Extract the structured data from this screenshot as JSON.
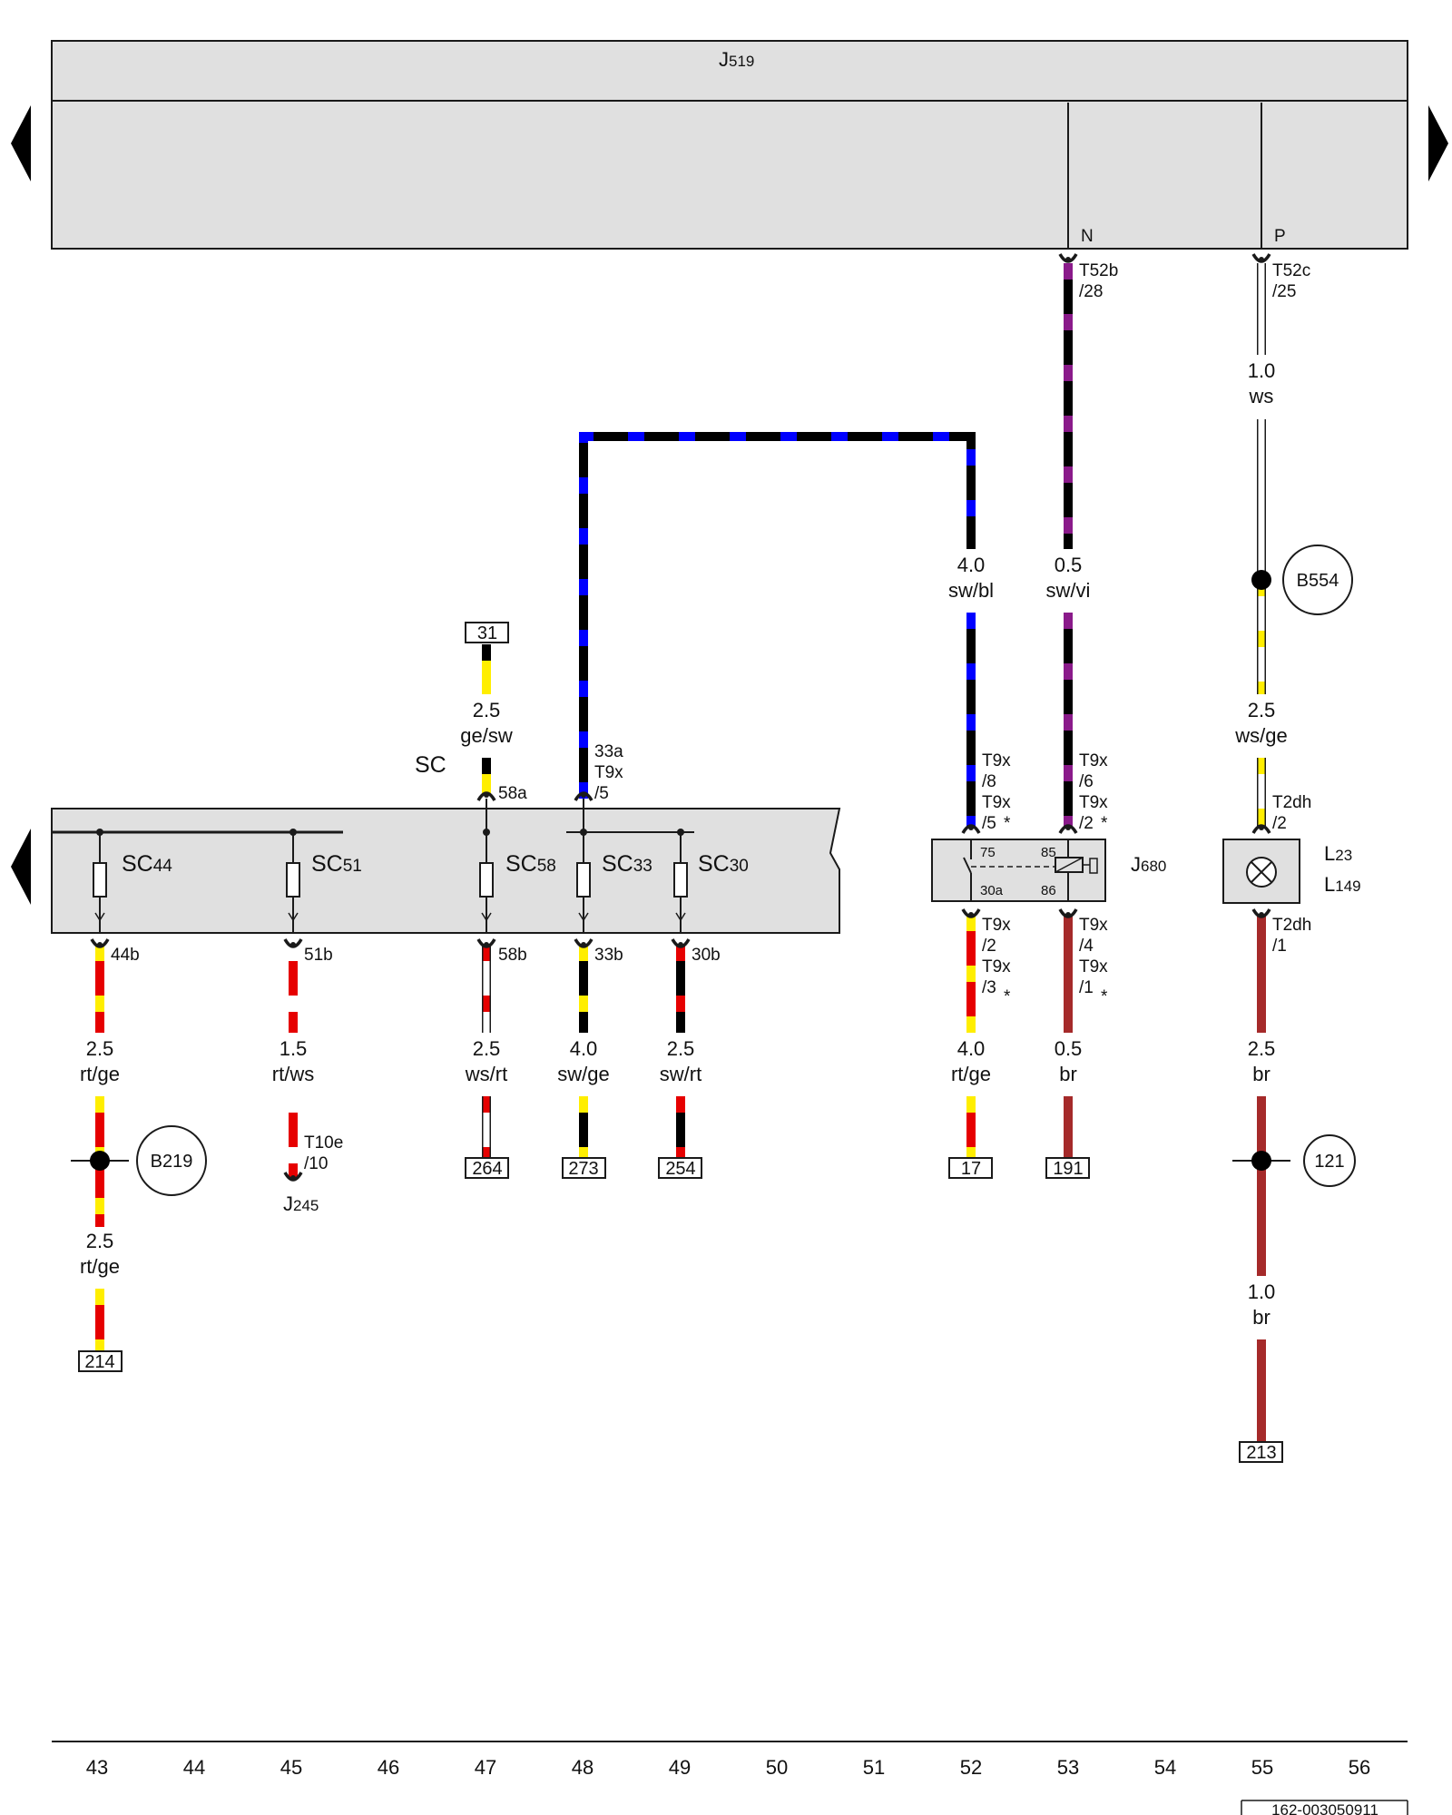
{
  "colors": {
    "rt": "#e60000",
    "ge": "#ffee00",
    "sw": "#000000",
    "ws": "#ffffff",
    "bl": "#0000ff",
    "vi": "#8a1a8a",
    "br": "#a52a2a",
    "panel": "#e0e0e0",
    "stroke": "#1a1a1a"
  },
  "header": {
    "title_main": "J",
    "title_sub": "519"
  },
  "pins": {
    "n": "N",
    "p": "P",
    "t52b_a": "T52b",
    "t52b_b": "/28",
    "t52c_a": "T52c",
    "t52c_b": "/25",
    "t9x_8_a": "T9x",
    "t9x_8_b": "/8",
    "t9x_8_c": "T9x",
    "t9x_8_d": "/5",
    "t9x_6_a": "T9x",
    "t9x_6_b": "/6",
    "t9x_6_c": "T9x",
    "t9x_6_d": "/2",
    "t2dh_top_a": "T2dh",
    "t2dh_top_b": "/2",
    "t2dh_bot_a": "T2dh",
    "t2dh_bot_b": "/1",
    "t9x_2_a": "T9x",
    "t9x_2_b": "/2",
    "t9x_2_c": "T9x",
    "t9x_2_d": "/3",
    "t9x_4_a": "T9x",
    "t9x_4_b": "/4",
    "t9x_4_c": "T9x",
    "t9x_4_d": "/1",
    "p58a": "58a",
    "p33a_a": "33a",
    "p33a_b": "T9x",
    "p33a_c": "/5",
    "p44b": "44b",
    "p51b": "51b",
    "p58b": "58b",
    "p33b": "33b",
    "p30b": "30b",
    "t10e_a": "T10e",
    "t10e_b": "/10",
    "star": "*",
    "relay_75": "75",
    "relay_85": "85",
    "relay_30a": "30a",
    "relay_86": "86"
  },
  "wires": {
    "w_swbl": {
      "size": "4.0",
      "color": "sw/bl"
    },
    "w_swvi": {
      "size": "0.5",
      "color": "sw/vi"
    },
    "w_ws": {
      "size": "1.0",
      "color": "ws"
    },
    "w_wsge": {
      "size": "2.5",
      "color": "ws/ge"
    },
    "w_gesw": {
      "size": "2.5",
      "color": "ge/sw"
    },
    "w_rtge1": {
      "size": "2.5",
      "color": "rt/ge"
    },
    "w_rtge2": {
      "size": "2.5",
      "color": "rt/ge"
    },
    "w_rtws": {
      "size": "1.5",
      "color": "rt/ws"
    },
    "w_wsrt": {
      "size": "2.5",
      "color": "ws/rt"
    },
    "w_swge": {
      "size": "4.0",
      "color": "sw/ge"
    },
    "w_swrt": {
      "size": "2.5",
      "color": "sw/rt"
    },
    "w_rtge3": {
      "size": "4.0",
      "color": "rt/ge"
    },
    "w_br1": {
      "size": "0.5",
      "color": "br"
    },
    "w_br2": {
      "size": "2.5",
      "color": "br"
    },
    "w_br3": {
      "size": "1.0",
      "color": "br"
    }
  },
  "components": {
    "sc": "SC",
    "sc44_a": "SC",
    "sc44_b": "44",
    "sc51_a": "SC",
    "sc51_b": "51",
    "sc58_a": "SC",
    "sc58_b": "58",
    "sc33_a": "SC",
    "sc33_b": "33",
    "sc30_a": "SC",
    "sc30_b": "30",
    "j680_a": "J",
    "j680_b": "680",
    "l23_a": "L",
    "l23_b": "23",
    "l149_a": "L",
    "l149_b": "149",
    "j245_a": "J",
    "j245_b": "245",
    "b554": "B554",
    "b219": "B219",
    "c121": "121"
  },
  "refs": {
    "r31": "31",
    "r214": "214",
    "r264": "264",
    "r273": "273",
    "r254": "254",
    "r17": "17",
    "r191": "191",
    "r213": "213"
  },
  "grid_numbers": [
    "43",
    "44",
    "45",
    "46",
    "47",
    "48",
    "49",
    "50",
    "51",
    "52",
    "53",
    "54",
    "55",
    "56"
  ],
  "footer": {
    "code": "162-003050911"
  }
}
